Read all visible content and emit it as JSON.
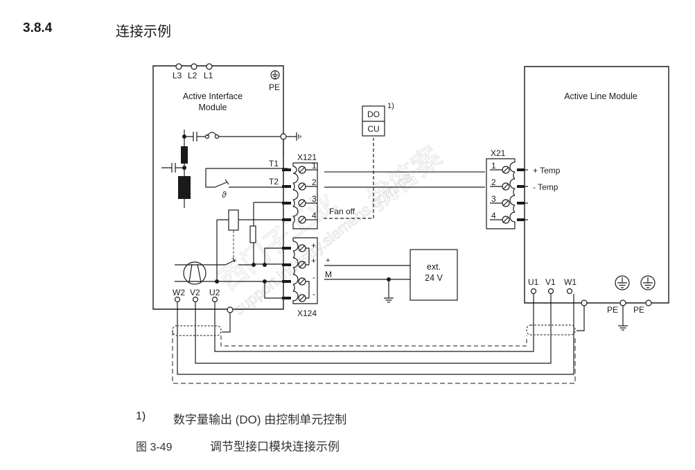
{
  "section": {
    "number": "3.8.4",
    "title": "连接示例"
  },
  "diagram": {
    "aim": {
      "title_line1": "Active Interface",
      "title_line2": "Module",
      "terminals_top": [
        "L3",
        "L2",
        "L1"
      ],
      "pe_label": "PE",
      "t1_label": "T1",
      "t2_label": "T2",
      "theta_symbol": "ϑ",
      "terminals_bottom": [
        "W2",
        "V2",
        "U2"
      ]
    },
    "x121": {
      "name": "X121",
      "pins": [
        "1",
        "2",
        "3",
        "4"
      ]
    },
    "x124": {
      "name": "X124",
      "pins": [
        "+",
        "+",
        "-",
        "-"
      ]
    },
    "fan_off_label": "Fan off",
    "do_cu": {
      "top": "DO",
      "bottom": "CU",
      "footnote_ref": "1)"
    },
    "x21": {
      "name": "X21",
      "pins": [
        "1",
        "2",
        "3",
        "4"
      ],
      "signals": [
        "+ Temp",
        "- Temp"
      ]
    },
    "alm": {
      "title": "Active Line Module",
      "terminals_bottom": [
        "U1",
        "V1",
        "W1"
      ],
      "pe_labels": [
        "PE",
        "PE"
      ]
    },
    "ext_supply": {
      "line1": "ext.",
      "line2": "24 V",
      "plus_label": "+",
      "m_label": "M"
    },
    "watermark": {
      "text1": "西门子工业",
      "text2": "找答案",
      "text3": "support.industry.siemens.com/cs"
    }
  },
  "footnote": {
    "number": "1)",
    "text": "数字量输出 (DO) 由控制单元控制"
  },
  "figure": {
    "number": "图 3-49",
    "title": "调节型接口模块连接示例"
  }
}
